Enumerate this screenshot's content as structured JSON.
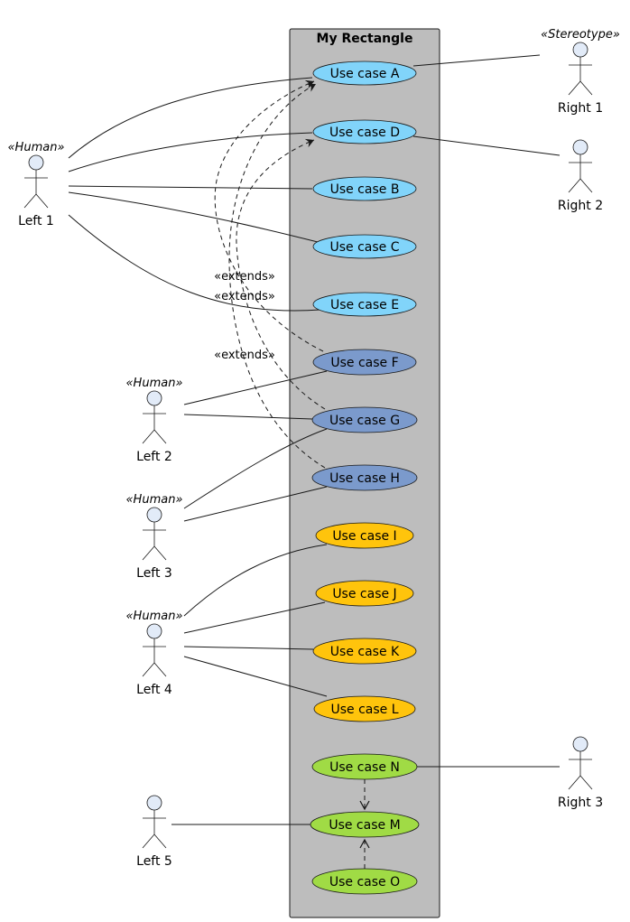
{
  "boundary": {
    "title": "My Rectangle",
    "fill": "#BDBDBD"
  },
  "colors": {
    "light_blue": "#81D4FA",
    "slate_blue": "#7B9ACC",
    "amber": "#FFC40C",
    "green": "#A0DB45",
    "actor_fill": "#E2EBF8",
    "line": "#181818"
  },
  "use_cases": [
    {
      "id": "A",
      "label": "Use case A",
      "color": "light_blue"
    },
    {
      "id": "D",
      "label": "Use case D",
      "color": "light_blue"
    },
    {
      "id": "B",
      "label": "Use case B",
      "color": "light_blue"
    },
    {
      "id": "C",
      "label": "Use case C",
      "color": "light_blue"
    },
    {
      "id": "E",
      "label": "Use case E",
      "color": "light_blue"
    },
    {
      "id": "F",
      "label": "Use case F",
      "color": "slate_blue"
    },
    {
      "id": "G",
      "label": "Use case G",
      "color": "slate_blue"
    },
    {
      "id": "H",
      "label": "Use case H",
      "color": "slate_blue"
    },
    {
      "id": "I",
      "label": "Use case I",
      "color": "amber"
    },
    {
      "id": "J",
      "label": "Use case J",
      "color": "amber"
    },
    {
      "id": "K",
      "label": "Use case K",
      "color": "amber"
    },
    {
      "id": "L",
      "label": "Use case L",
      "color": "amber"
    },
    {
      "id": "N",
      "label": "Use case N",
      "color": "green"
    },
    {
      "id": "M",
      "label": "Use case M",
      "color": "green"
    },
    {
      "id": "O",
      "label": "Use case O",
      "color": "green"
    }
  ],
  "actors": [
    {
      "id": "L1",
      "label": "Left 1",
      "stereotype": "«Human»"
    },
    {
      "id": "L2",
      "label": "Left 2",
      "stereotype": "«Human»"
    },
    {
      "id": "L3",
      "label": "Left 3",
      "stereotype": "«Human»"
    },
    {
      "id": "L4",
      "label": "Left 4",
      "stereotype": "«Human»"
    },
    {
      "id": "L5",
      "label": "Left 5",
      "stereotype": ""
    },
    {
      "id": "R1",
      "label": "Right 1",
      "stereotype": "«Stereotype»"
    },
    {
      "id": "R2",
      "label": "Right 2",
      "stereotype": ""
    },
    {
      "id": "R3",
      "label": "Right 3",
      "stereotype": ""
    }
  ],
  "associations": [
    [
      "L1",
      "A"
    ],
    [
      "L1",
      "D"
    ],
    [
      "L1",
      "B"
    ],
    [
      "L1",
      "C"
    ],
    [
      "L1",
      "E"
    ],
    [
      "R1",
      "A"
    ],
    [
      "R2",
      "D"
    ],
    [
      "L2",
      "F"
    ],
    [
      "L2",
      "G"
    ],
    [
      "L3",
      "G"
    ],
    [
      "L3",
      "H"
    ],
    [
      "L4",
      "I"
    ],
    [
      "L4",
      "J"
    ],
    [
      "L4",
      "K"
    ],
    [
      "L4",
      "L"
    ],
    [
      "L5",
      "M"
    ],
    [
      "R3",
      "N"
    ]
  ],
  "extends": [
    {
      "from": "F",
      "to": "A",
      "label": "«extends»"
    },
    {
      "from": "G",
      "to": "D",
      "label": "«extends»"
    },
    {
      "from": "H",
      "to": "A",
      "label": "«extends»"
    }
  ],
  "includes": [
    {
      "from": "N",
      "to": "M"
    },
    {
      "from": "O",
      "to": "M"
    }
  ]
}
